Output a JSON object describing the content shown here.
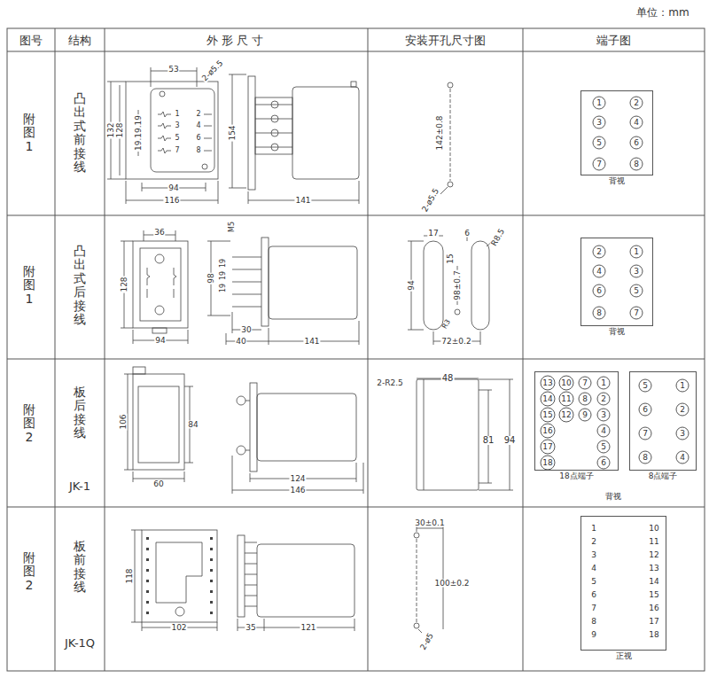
{
  "diagram": {
    "nodes": [
      {
        "text": [
          "背视"
        ]
      },
      {
        "text": [
          "1"
        ],
        "in": 0
      },
      {
        "text": [
          "2"
        ],
        "in": 0
      },
      {
        "text": [
          "3"
        ],
        "in": 0
      },
      {
        "text": [
          "4"
        ],
        "in": 0
      },
      {
        "text": [
          "5"
        ],
        "in": 0
      },
      {
        "text": [
          "6"
        ],
        "in": 0
      },
      {
        "text": [
          "7"
        ],
        "in": 0
      },
      {
        "text": [
          "8"
        ],
        "in": 0
      },
      {
        "text": [
          "背视"
        ]
      },
      {
        "text": [
          "2"
        ],
        "in": 9
      },
      {
        "text": [
          "1"
        ],
        "in": 9
      },
      {
        "text": [
          "4"
        ],
        "in": 9
      },
      {
        "text": [
          "3"
        ],
        "in": 9
      },
      {
        "text": [
          "6"
        ],
        "in": 9
      },
      {
        "text": [
          "5"
        ],
        "in": 9
      },
      {
        "text": [
          "8"
        ],
        "in": 9
      },
      {
        "text": [
          "7"
        ],
        "in": 9
      },
      {
        "text": [
          "18点端子"
        ]
      },
      {
        "text": [
          "13"
        ],
        "in": 18
      },
      {
        "text": [
          "10"
        ],
        "in": 18
      },
      {
        "text": [
          "7"
        ],
        "in": 18
      },
      {
        "text": [
          "1"
        ],
        "in": 18
      },
      {
        "text": [
          "14"
        ],
        "in": 18
      },
      {
        "text": [
          "11"
        ],
        "in": 18
      },
      {
        "text": [
          "8"
        ],
        "in": 18
      },
      {
        "text": [
          "2"
        ],
        "in": 18
      },
      {
        "text": [
          "15"
        ],
        "in": 18
      },
      {
        "text": [
          "12"
        ],
        "in": 18
      },
      {
        "text": [
          "9"
        ],
        "in": 18
      },
      {
        "text": [
          "3"
        ],
        "in": 18
      },
      {
        "text": [
          "16"
        ],
        "in": 18
      },
      {
        "text": [
          "4"
        ],
        "in": 18
      },
      {
        "text": [
          "17"
        ],
        "in": 18
      },
      {
        "text": [
          "5"
        ],
        "in": 18
      },
      {
        "text": [
          "18"
        ],
        "in": 18
      },
      {
        "text": [
          "6"
        ],
        "in": 18
      },
      {
        "text": [
          "8点端子"
        ]
      },
      {
        "text": [
          "5"
        ],
        "in": 37
      },
      {
        "text": [
          "1"
        ],
        "in": 37
      },
      {
        "text": [
          "6"
        ],
        "in": 37
      },
      {
        "text": [
          "2"
        ],
        "in": 37
      },
      {
        "text": [
          "7"
        ],
        "in": 37
      },
      {
        "text": [
          "3"
        ],
        "in": 37
      },
      {
        "text": [
          "8"
        ],
        "in": 37
      },
      {
        "text": [
          "4"
        ],
        "in": 37
      },
      {
        "text": [
          "1",
          "10",
          "2",
          "11",
          "3",
          "12",
          "4",
          "13",
          "5",
          "14",
          "6",
          "15",
          "7",
          "16",
          "8",
          "17",
          "9",
          "18",
          "正视"
        ]
      }
    ],
    "labels": [
      "单位：mm",
      "图号",
      "结构",
      "外 形 尺 寸",
      "安装开孔尺寸图",
      "端子图",
      "附图1",
      "凸出式前接线",
      "53",
      "2-ø5.5",
      "132",
      "128",
      "19.19.19",
      "1",
      "2",
      "3",
      "4",
      "5",
      "6",
      "7",
      "8",
      "154",
      "94",
      "116",
      "141",
      "142±0.8",
      "2-ø5.5",
      "附图1",
      "凸出式后接线",
      "36",
      "128",
      "94",
      "M5",
      "98",
      "19",
      "19",
      "19",
      "30",
      "40",
      "141",
      "17",
      "6",
      "R8.5",
      "15",
      "94",
      "98±0.7",
      "R3",
      "72±0.2",
      "附图2",
      "板后接线",
      "JK-1",
      "106",
      "84",
      "60",
      "124",
      "146",
      "2-R2.5",
      "48",
      "81",
      "94",
      "背视",
      "附图2",
      "板前接线",
      "JK-1Q",
      "118",
      "102",
      "35",
      "121",
      "30±0.1",
      "100±0.2",
      "2-ø5"
    ]
  }
}
